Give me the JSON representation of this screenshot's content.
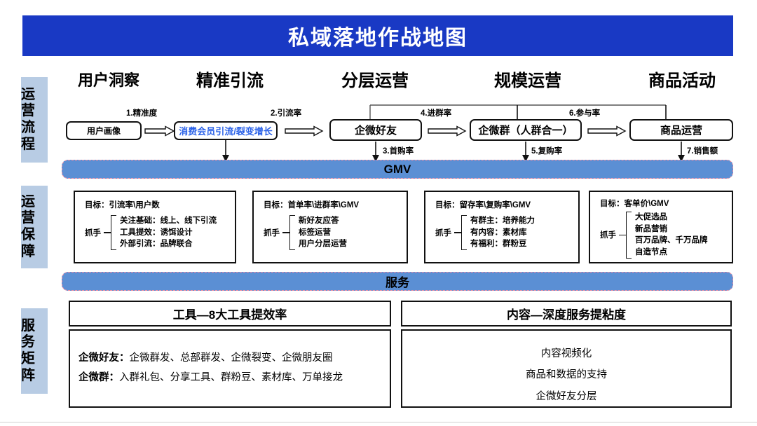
{
  "header": {
    "title": "私域落地作战地图"
  },
  "side_labels": [
    {
      "name": "operation-process",
      "text": "运营流程"
    },
    {
      "name": "operation-guarantee",
      "text": "运营保障"
    },
    {
      "name": "service-matrix",
      "text": "服务矩阵"
    }
  ],
  "columns": [
    {
      "title": "用户洞察"
    },
    {
      "title": "精准引流"
    },
    {
      "title": "分层运营"
    },
    {
      "title": "规模运营"
    },
    {
      "title": "商品活动"
    }
  ],
  "flow": {
    "boxes": [
      {
        "label": "用户画像",
        "style": "plain"
      },
      {
        "label": "消费会员引流/裂变增长",
        "style": "blue"
      },
      {
        "label": "企微好友",
        "style": "big"
      },
      {
        "label": "企微群（人群合一）",
        "style": "big"
      },
      {
        "label": "商品运营",
        "style": "big"
      }
    ],
    "top_kpis": [
      {
        "text": "1.精准度"
      },
      {
        "text": "2.引流率"
      },
      {
        "text": "4.进群率"
      },
      {
        "text": "6.参与率"
      }
    ],
    "bottom_kpis": [
      {
        "text": "3.首购率"
      },
      {
        "text": "5.复购率"
      },
      {
        "text": "7.销售额"
      }
    ],
    "arrow_icon": "right-arrow-icon"
  },
  "gmv_bar": {
    "label": "GMV"
  },
  "service_bar": {
    "label": "服务"
  },
  "guarantee_cards": [
    {
      "goal": "目标：引流率\\用户数",
      "key": "抓手",
      "items": [
        "关注基础：线上、线下引流",
        "工具提效：诱饵设计",
        "外部引流：品牌联合"
      ]
    },
    {
      "goal": "目标：首单率\\进群率\\GMV",
      "key": "抓手",
      "items": [
        "新好友应答",
        "标签运营",
        "用户分层运营"
      ]
    },
    {
      "goal": "目标：留存率\\复购率\\GMV",
      "key": "抓手",
      "items": [
        "有群主：培养能力",
        "有内容：素材库",
        "有福利：群粉豆"
      ]
    },
    {
      "goal": "目标：客单价\\GMV",
      "key": "抓手",
      "items": [
        "大促选品",
        "新品营销",
        "百万品牌、千万品牌",
        "自造节点"
      ]
    }
  ],
  "matrix": {
    "left": {
      "title": "工具—8大工具提效率",
      "lines": [
        {
          "label": "企微好友：",
          "value": "企微群发、总部群发、企微裂变、企微朋友圈"
        },
        {
          "label": "企微群：",
          "value": "入群礼包、分享工具、群粉豆、素材库、万单接龙"
        }
      ]
    },
    "right": {
      "title": "内容—深度服务提粘度",
      "lines": [
        "内容视频化",
        "商品和数据的支持",
        "企微好友分层"
      ]
    }
  },
  "colors": {
    "banner_blue": "#1939c4",
    "bar_blue": "#5b8fd4",
    "bar_dash": "#f08ca0",
    "side_band": "#b8cce4",
    "link_blue": "#2b62e8"
  }
}
